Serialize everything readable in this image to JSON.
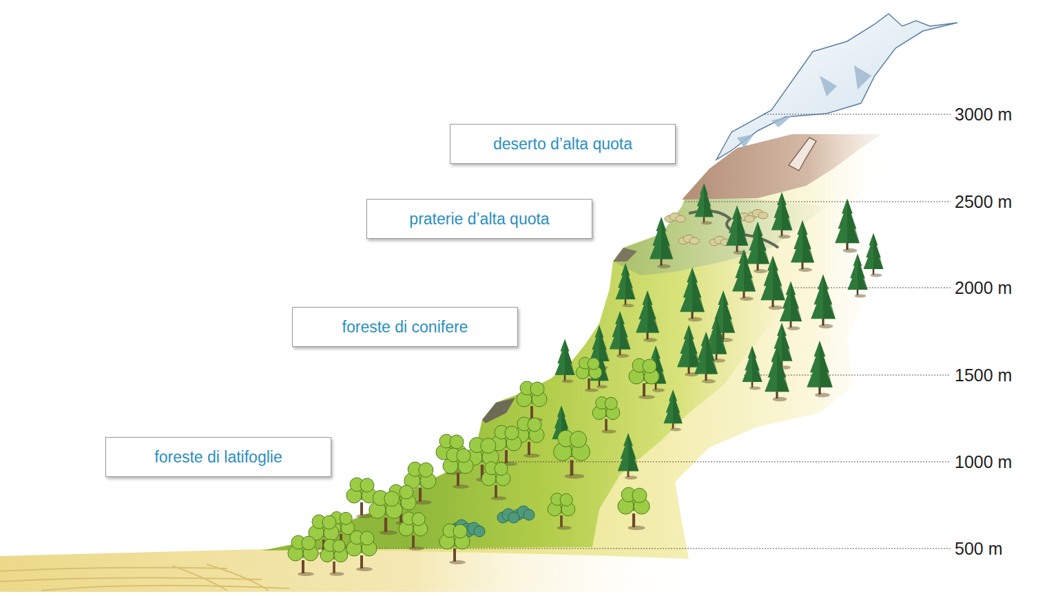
{
  "diagram": {
    "nodes": [
      {
        "text": [
          "deserto d’alta quota"
        ]
      },
      {
        "text": [
          "praterie d’alta quota"
        ]
      },
      {
        "text": [
          "foreste di conifere"
        ]
      },
      {
        "text": [
          "foreste di latifoglie"
        ]
      }
    ],
    "labels": [
      "3000 m",
      "2500 m",
      "2000 m",
      "1500 m",
      "1000 m",
      "500 m"
    ]
  }
}
